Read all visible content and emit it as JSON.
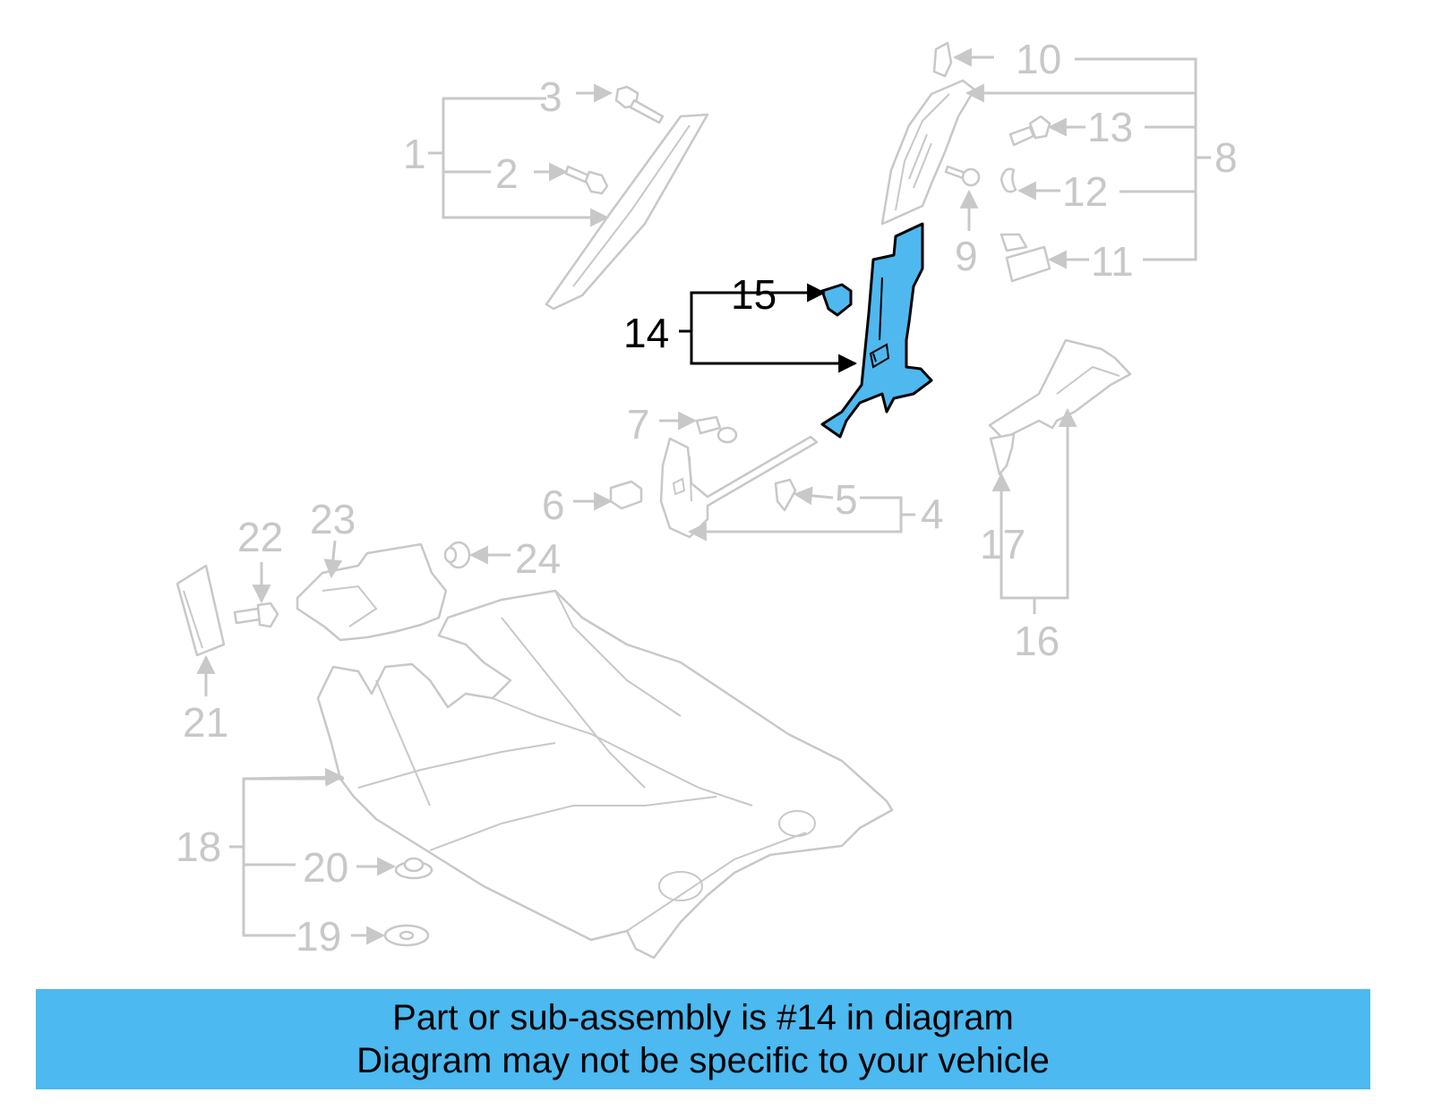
{
  "callouts": {
    "c1": "1",
    "c2": "2",
    "c3": "3",
    "c4": "4",
    "c5": "5",
    "c6": "6",
    "c7": "7",
    "c8": "8",
    "c9": "9",
    "c10": "10",
    "c11": "11",
    "c12": "12",
    "c13": "13",
    "c14": "14",
    "c15": "15",
    "c16": "16",
    "c17": "17",
    "c18": "18",
    "c19": "19",
    "c20": "20",
    "c21": "21",
    "c22": "22",
    "c23": "23",
    "c24": "24"
  },
  "highlighted_part": "14",
  "colors": {
    "highlight": "#4fb8ef",
    "banner": "#4cb9f0",
    "muted_line": "#c8c8c8"
  },
  "banner": {
    "line1": "Part or sub-assembly is #14 in diagram",
    "line2": "Diagram may not be specific to your vehicle"
  }
}
